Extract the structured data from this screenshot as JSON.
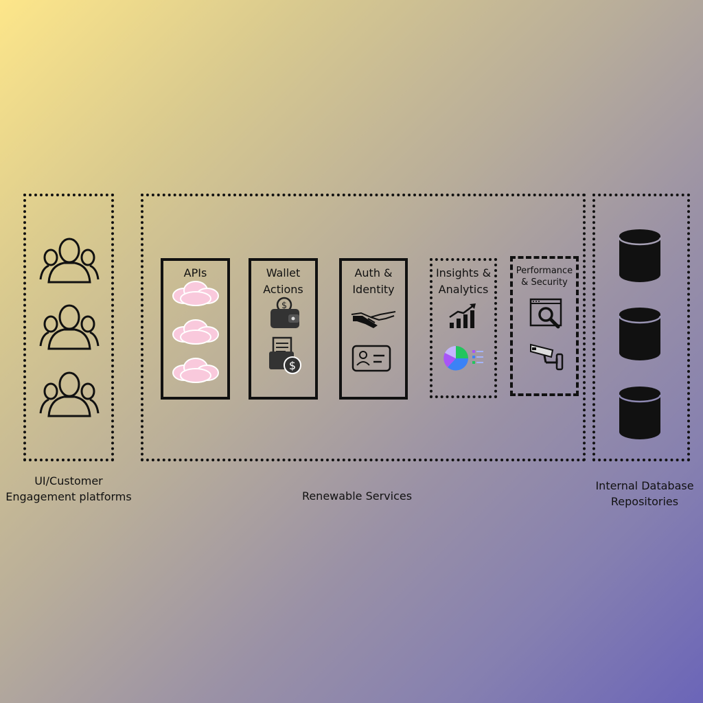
{
  "groups": {
    "ui": {
      "label_line1": "UI/Customer",
      "label_line2": "Engagement platforms"
    },
    "services": {
      "label": "Renewable Services"
    },
    "db": {
      "label_line1": "Internal Database",
      "label_line2": "Repositories"
    }
  },
  "modules": {
    "apis": {
      "title": "APIs"
    },
    "wallet": {
      "title_line1": "Wallet",
      "title_line2": "Actions"
    },
    "auth": {
      "title_line1": "Auth &",
      "title_line2": "Identity"
    },
    "insights": {
      "title_line1": "Insights &",
      "title_line2": "Analytics"
    },
    "perf": {
      "title_line1": "Performance",
      "title_line2": "& Security"
    }
  },
  "icons": {
    "users": "users-group-icon",
    "cloud": "cloud-icon",
    "wallet": "wallet-icon",
    "invoice": "invoice-dollar-icon",
    "handshake": "handshake-icon",
    "id_card": "id-card-icon",
    "growth": "growth-chart-icon",
    "pie": "pie-chart-icon",
    "search": "browser-search-icon",
    "camera": "security-camera-icon",
    "database": "database-icon"
  },
  "colors": {
    "gradient_start": "#fde68a",
    "gradient_end": "#6b65b8",
    "cloud": "#f9c9dc",
    "pie_green": "#22c55e",
    "pie_purple": "#a855f7",
    "pie_blue": "#3b82f6"
  }
}
